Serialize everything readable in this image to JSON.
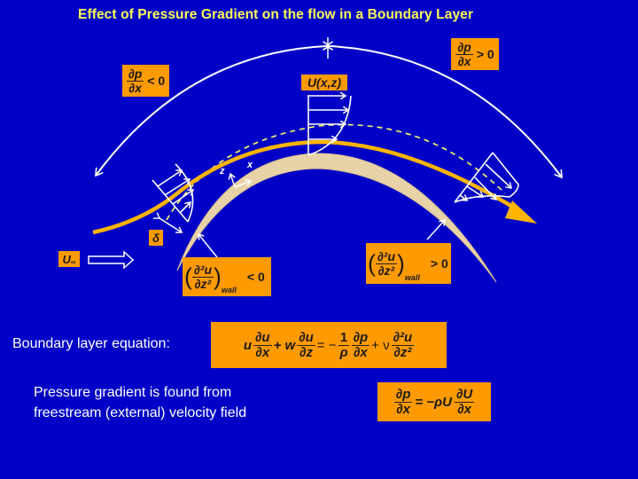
{
  "title": "Effect of Pressure Gradient on the flow in a Boundary Layer",
  "colors": {
    "background": "#0000c6",
    "title": "#ffff55",
    "box": "#ff9a00",
    "streamline": "#ffb400",
    "wall": "#e8d2a8",
    "dashed_edge": "#ffff66",
    "lines": "#ffffff"
  },
  "labels": {
    "favorable_gradient": {
      "num": "∂p",
      "den": "∂x",
      "rel": "< 0"
    },
    "adverse_gradient": {
      "num": "∂p",
      "den": "∂x",
      "rel": "> 0"
    },
    "velocity_profile": "U(x,z)",
    "freestream": {
      "symbol": "U",
      "subscript": "∞"
    },
    "thickness": "δ",
    "axis_x": "x",
    "axis_z": "z",
    "curvature_favorable": {
      "num": "∂²u",
      "den": "∂z²",
      "sub": "wall",
      "rel": "< 0"
    },
    "curvature_adverse": {
      "num": "∂²u",
      "den": "∂z²",
      "sub": "wall",
      "rel": "> 0"
    }
  },
  "boundary_layer_equation": {
    "label": "Boundary layer equation:",
    "terms": [
      "u",
      "∂u",
      "∂x",
      "+ w",
      "∂u",
      "∂z",
      "= −",
      "1",
      "ρ",
      "∂p",
      "∂x",
      "+ ν",
      "∂²u",
      "∂z²"
    ]
  },
  "pressure_note": {
    "line1": "Pressure gradient is found from",
    "line2": "freestream (external) velocity field",
    "equation": {
      "lhs_num": "∂p",
      "lhs_den": "∂x",
      "mid": "= −ρU",
      "rhs_num": "∂U",
      "rhs_den": "∂x"
    }
  }
}
